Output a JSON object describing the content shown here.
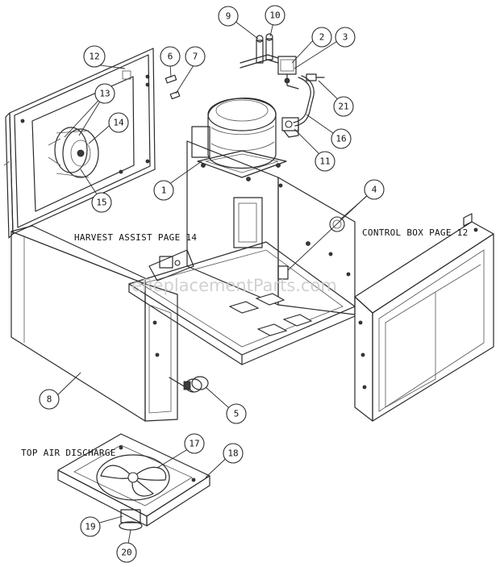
{
  "notes": {
    "harvest_assist": "HARVEST ASSIST PAGE 14",
    "control_box": "CONTROL BOX PAGE 12",
    "top_air_discharge": "TOP AIR DISCHARGE"
  },
  "watermark": "eReplacementParts.com",
  "callouts": [
    {
      "id": "c9",
      "label": "9"
    },
    {
      "id": "c10",
      "label": "10"
    },
    {
      "id": "c2",
      "label": "2"
    },
    {
      "id": "c3",
      "label": "3"
    },
    {
      "id": "c12",
      "label": "12"
    },
    {
      "id": "c6",
      "label": "6"
    },
    {
      "id": "c7",
      "label": "7"
    },
    {
      "id": "c13",
      "label": "13"
    },
    {
      "id": "c14",
      "label": "14"
    },
    {
      "id": "c21",
      "label": "21"
    },
    {
      "id": "c16",
      "label": "16"
    },
    {
      "id": "c11",
      "label": "11"
    },
    {
      "id": "c1",
      "label": "1"
    },
    {
      "id": "c15",
      "label": "15"
    },
    {
      "id": "c4",
      "label": "4"
    },
    {
      "id": "c8",
      "label": "8"
    },
    {
      "id": "c5",
      "label": "5"
    },
    {
      "id": "c17",
      "label": "17"
    },
    {
      "id": "c18",
      "label": "18"
    },
    {
      "id": "c19",
      "label": "19"
    },
    {
      "id": "c20",
      "label": "20"
    }
  ]
}
